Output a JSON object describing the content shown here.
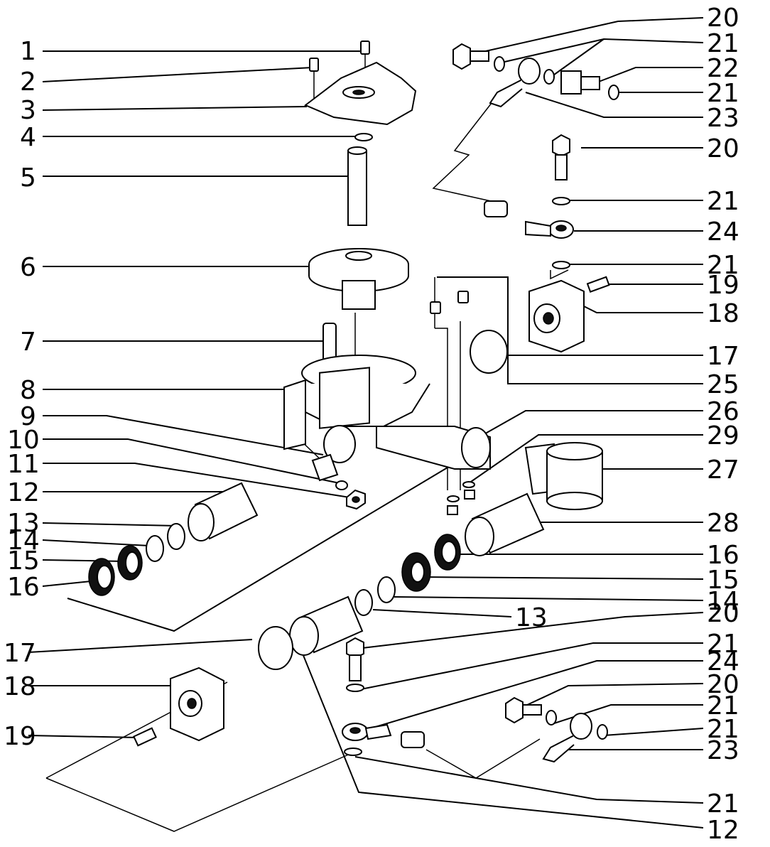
{
  "callouts": {
    "c1": "1",
    "c2": "2",
    "c3": "3",
    "c4": "4",
    "c5": "5",
    "c6": "6",
    "c7": "7",
    "c8": "8",
    "c9": "9",
    "c10": "10",
    "c11": "11",
    "c12a": "12",
    "c13a": "13",
    "c14a": "14",
    "c15a": "15",
    "c16a": "16",
    "c20a": "20",
    "c21a": "21",
    "c22": "22",
    "c21b": "21",
    "c23a": "23",
    "c20b": "20",
    "c21c": "21",
    "c24a": "24",
    "c21d": "21",
    "c19a": "19",
    "c18a": "18",
    "c17a": "17",
    "c25": "25",
    "c26": "26",
    "c29": "29",
    "c27": "27",
    "c28": "28",
    "c16b": "16",
    "c15b": "15",
    "c14b": "14",
    "c13b": "13",
    "c20c": "20",
    "c21e": "21",
    "c24b": "24",
    "c20d": "20",
    "c21f": "21",
    "c21g": "21",
    "c23b": "23",
    "c21h": "21",
    "c12b": "12",
    "c17b": "17",
    "c18b": "18",
    "c19b": "19"
  }
}
